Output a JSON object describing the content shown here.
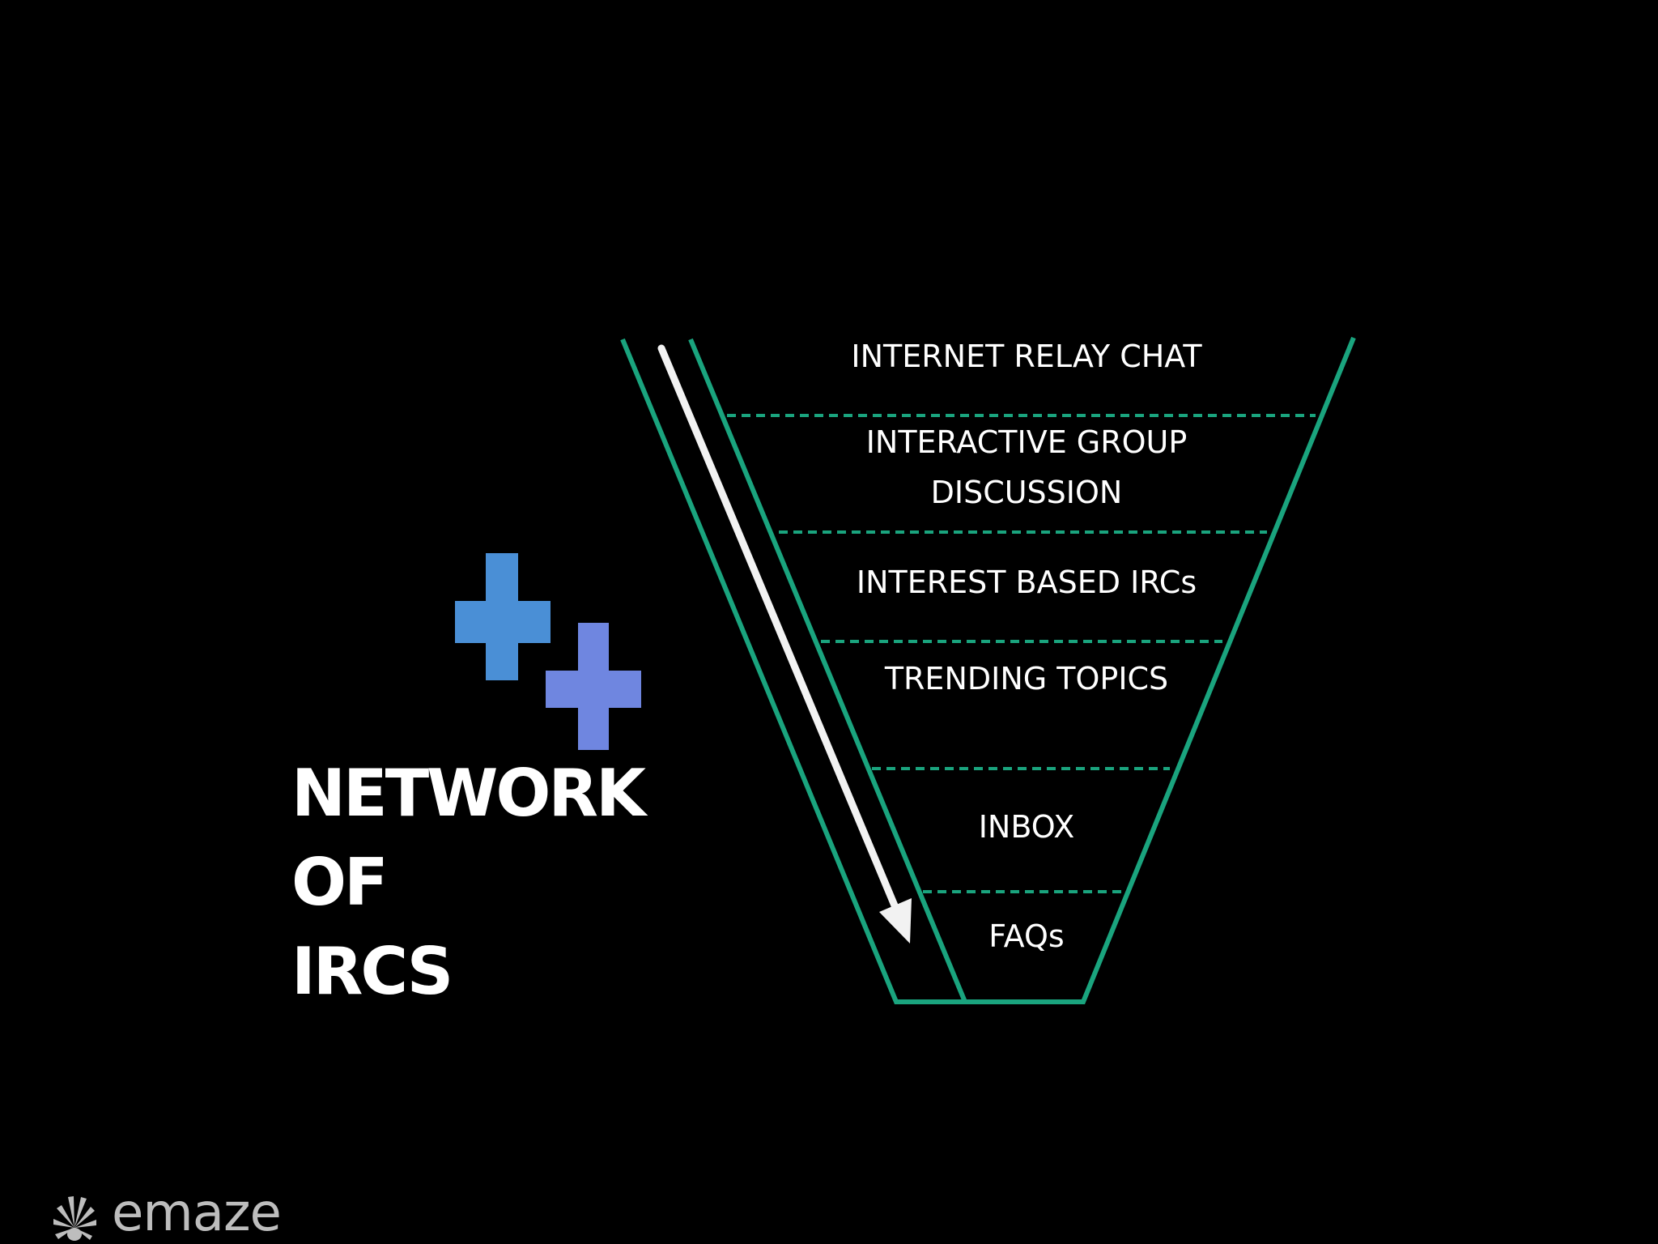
{
  "slide": {
    "title_lines": [
      "NETWORK OF",
      "IRCS"
    ]
  },
  "funnel": {
    "levels": [
      {
        "lines": [
          "INTERNET RELAY CHAT"
        ]
      },
      {
        "lines": [
          "INTERACTIVE GROUP",
          "DISCUSSION"
        ]
      },
      {
        "lines": [
          "INTEREST BASED IRCs"
        ]
      },
      {
        "lines": [
          "TRENDING TOPICS"
        ]
      },
      {
        "lines": [
          "INBOX"
        ]
      },
      {
        "lines": [
          "FAQs"
        ]
      }
    ]
  },
  "brand": {
    "name": "emaze"
  },
  "colors": {
    "background": "#000000",
    "funnel_line": "#1aa47e",
    "arrow": "#f2f2f2",
    "plus_primary": "#4a8fd6",
    "plus_secondary": "#6f86e0",
    "text": "#ffffff",
    "brand_text": "#bdbdbd"
  },
  "icons": {
    "decoration": "double-plus-icon",
    "arrow": "down-arrow-icon",
    "brand_logo": "peacock-logo-icon"
  }
}
